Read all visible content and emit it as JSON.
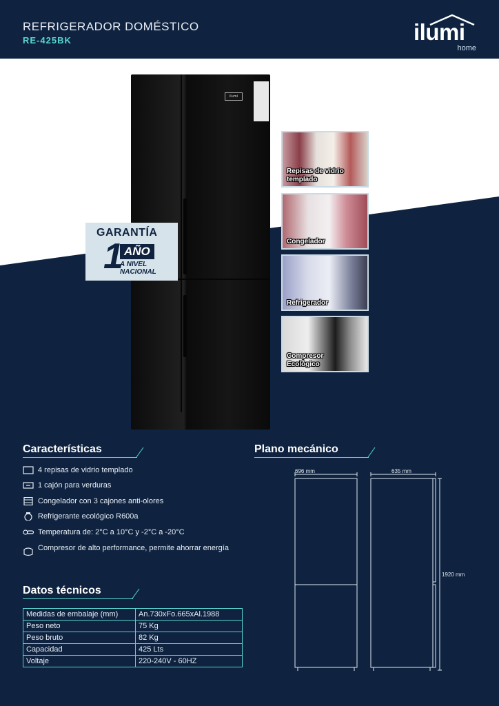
{
  "header": {
    "title": "REFRIGERADOR DOMÉSTICO",
    "model": "RE-425BK"
  },
  "logo": {
    "brand": "ilumi",
    "sub": "home"
  },
  "product": {
    "front_badge": "ilumi"
  },
  "warranty": {
    "line1": "GARANTÍA",
    "number": "1",
    "unit": "AÑO",
    "line3": "A NIVEL",
    "line4": "NACIONAL"
  },
  "photos": [
    {
      "caption_1": "Repisas de vidrio",
      "caption_2": "templado",
      "icon": "shelves-photo"
    },
    {
      "caption_1": "Congelador",
      "caption_2": "",
      "icon": "freezer-photo"
    },
    {
      "caption_1": "Refrigerador",
      "caption_2": "",
      "icon": "fridge-photo"
    },
    {
      "caption_1": "Compresor",
      "caption_2": "Ecológico",
      "icon": "compressor-photo"
    }
  ],
  "features_title": "Características",
  "features": [
    {
      "icon": "shelf-icon",
      "text": "4 repisas de vidrio templado"
    },
    {
      "icon": "drawer-icon",
      "text": "1 cajón para verduras"
    },
    {
      "icon": "freezer-drawers-icon",
      "text": "Congelador con 3 cajones anti-olores"
    },
    {
      "icon": "refrigerant-icon",
      "text": "Refrigerante ecológico R600a"
    },
    {
      "icon": "thermometer-icon",
      "text": "Temperatura de: 2°C a 10°C y -2°C a -20°C"
    },
    {
      "icon": "compressor-icon",
      "text": "Compresor de alto performance, permite ahorrar energía"
    }
  ],
  "specs_title": "Datos técnicos",
  "specs": [
    {
      "label": "Medidas de embalaje (mm)",
      "value": "An.730xFo.665xAl.1988"
    },
    {
      "label": "Peso neto",
      "value": "75 Kg"
    },
    {
      "label": "Peso bruto",
      "value": "82 Kg"
    },
    {
      "label": "Capacidad",
      "value": "425 Lts"
    },
    {
      "label": "Voltaje",
      "value": "220-240V - 60HZ"
    }
  ],
  "mechanical": {
    "title": "Plano mecánico",
    "width": "696 mm",
    "depth": "635 mm",
    "height": "1920 mm"
  },
  "colors": {
    "navy": "#0f2340",
    "accent": "#58d6d0",
    "light_panel": "#d6e3ea"
  }
}
